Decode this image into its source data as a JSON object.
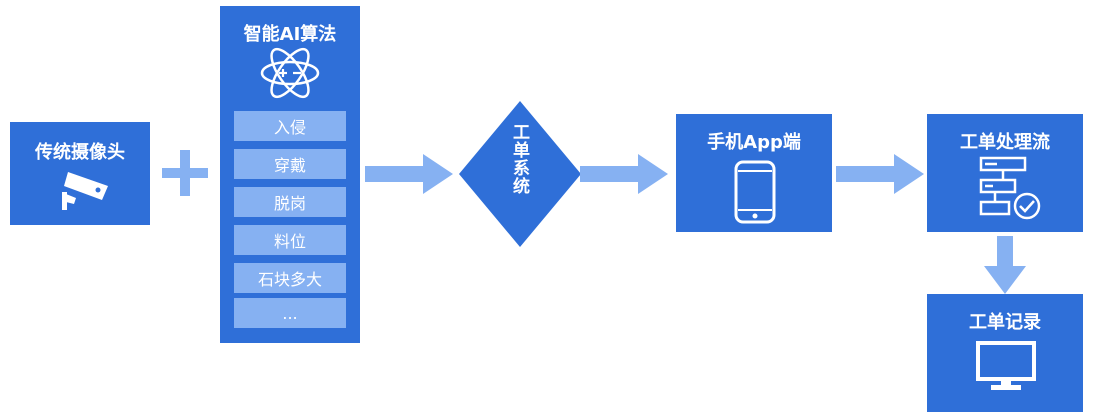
{
  "camera": {
    "label": "传统摄像头",
    "icon": "security-camera-icon"
  },
  "plus": {
    "icon": "plus-icon"
  },
  "algorithm": {
    "title": "智能AI算法",
    "icon": "atom-icon",
    "items": [
      "入侵",
      "穿戴",
      "脱岗",
      "料位",
      "石块多大",
      "..."
    ]
  },
  "ticket_system": {
    "label": "工单系统"
  },
  "mobile_app": {
    "label": "手机App端",
    "icon": "smartphone-icon"
  },
  "ticket_flow": {
    "label": "工单处理流",
    "icon": "workflow-check-icon"
  },
  "ticket_record": {
    "label": "工单记录",
    "icon": "monitor-icon"
  },
  "colors": {
    "box": "#2f6fd8",
    "item": "#86b1f2",
    "arrow": "#86b1f2"
  }
}
